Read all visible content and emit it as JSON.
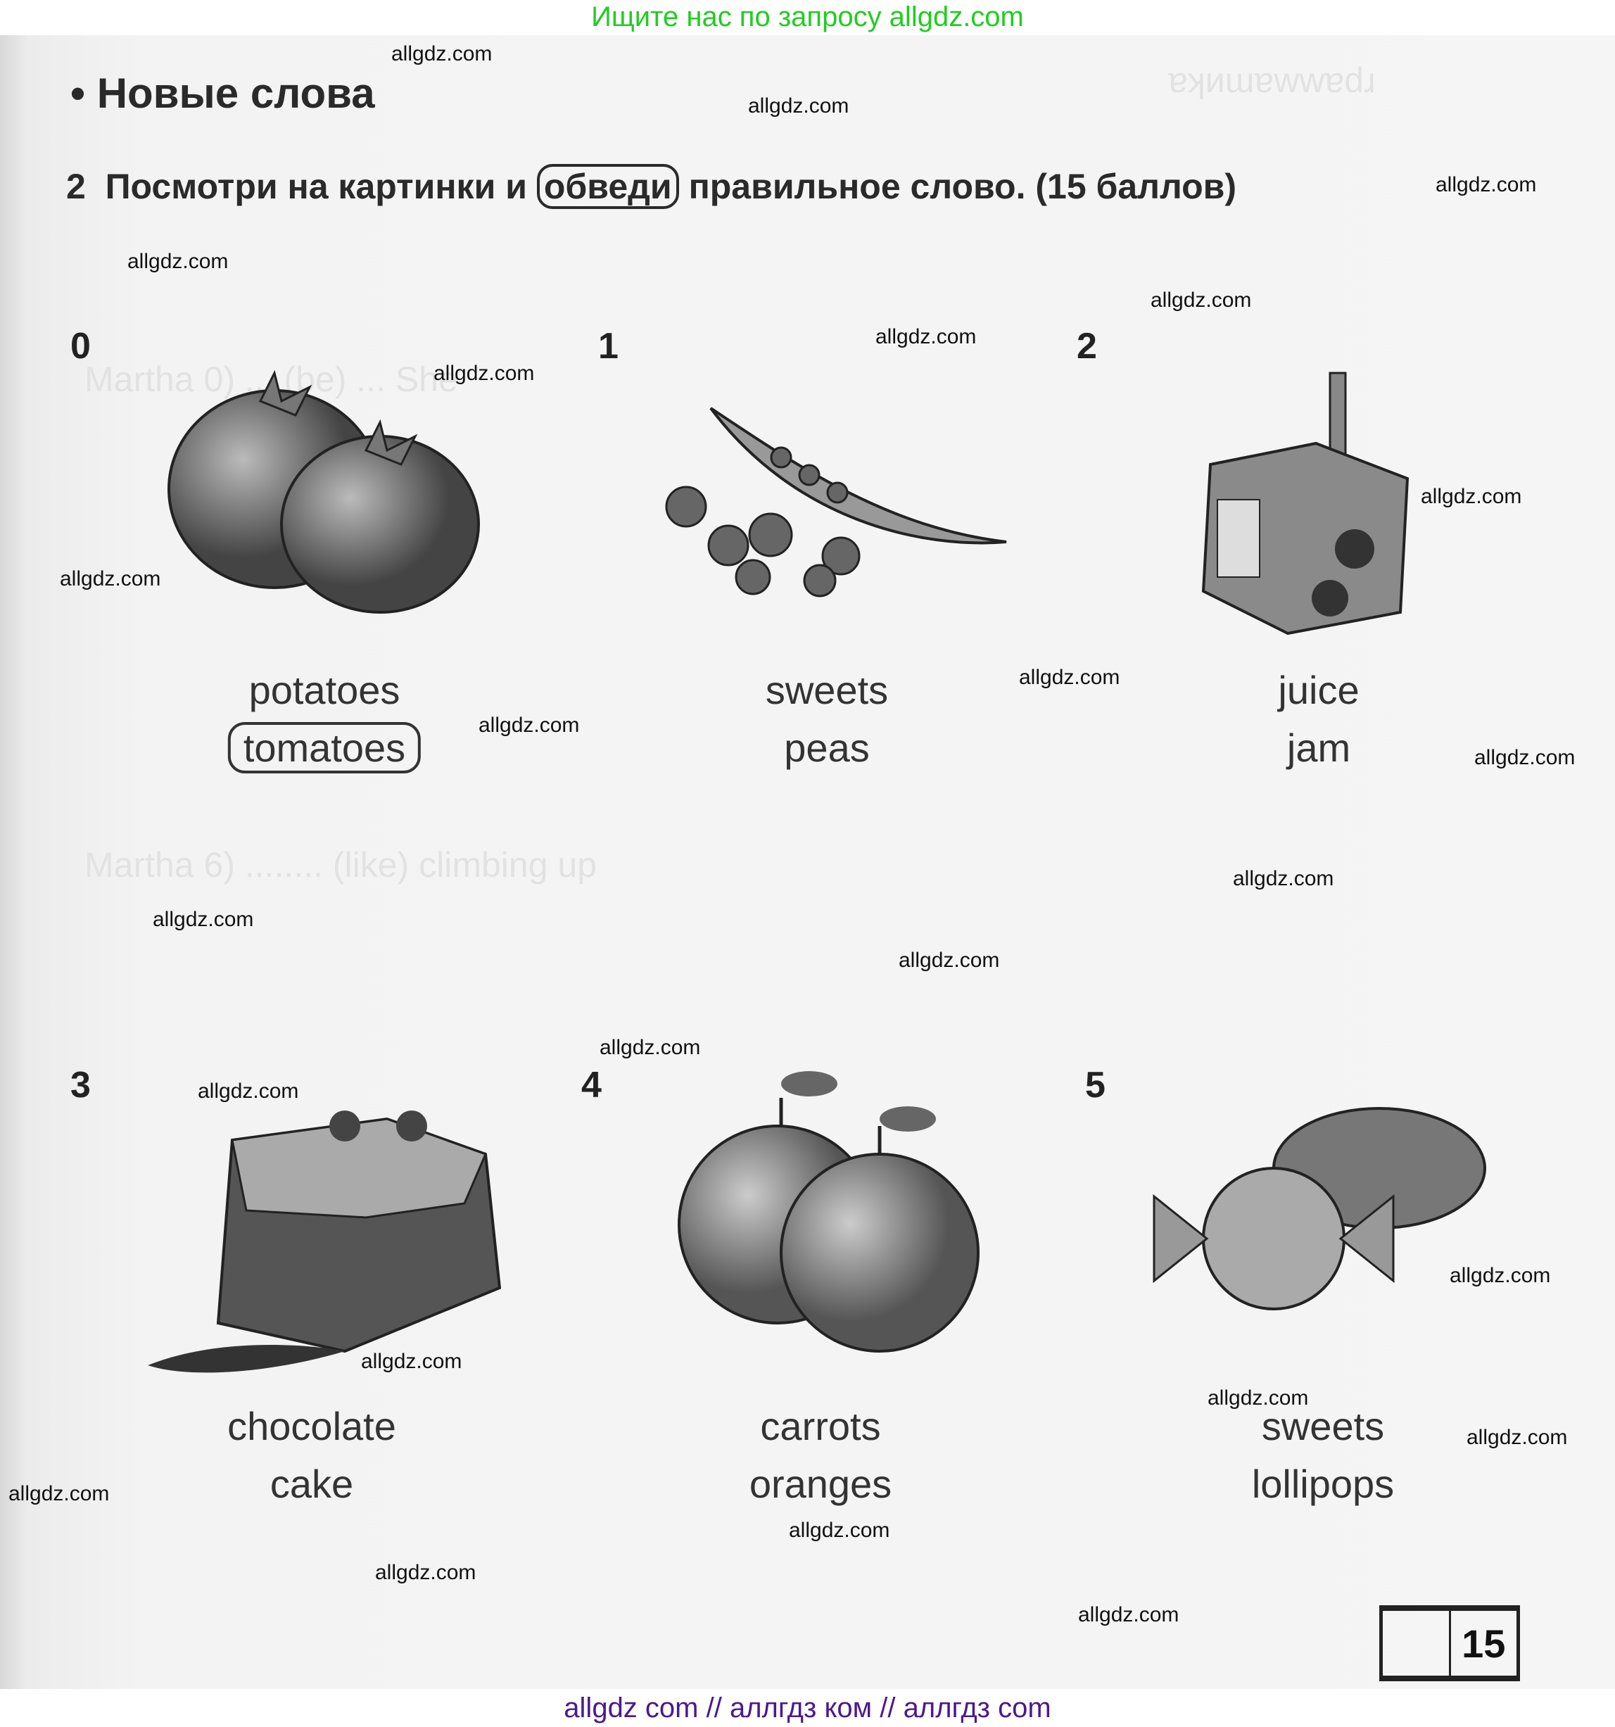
{
  "banner": "Ищите нас по запросу allgdz.com",
  "section_title": "Новые слова",
  "task": {
    "number": "2",
    "text_before": "Посмотри на картинки и",
    "circled_word": "обведи",
    "text_after": "правильное слово. (15 баллов)"
  },
  "items": [
    {
      "number": "0",
      "picture": "tomatoes",
      "options": [
        "potatoes",
        "tomatoes"
      ],
      "circled": "tomatoes"
    },
    {
      "number": "1",
      "picture": "peas",
      "options": [
        "sweets",
        "peas"
      ],
      "circled": null
    },
    {
      "number": "2",
      "picture": "juice",
      "options": [
        "juice",
        "jam"
      ],
      "circled": null
    },
    {
      "number": "3",
      "picture": "chocolate cake",
      "options": [
        "chocolate",
        "cake"
      ],
      "circled": null
    },
    {
      "number": "4",
      "picture": "oranges",
      "options": [
        "carrots",
        "oranges"
      ],
      "circled": null
    },
    {
      "number": "5",
      "picture": "sweets",
      "options": [
        "sweets",
        "lollipops"
      ],
      "circled": null
    }
  ],
  "score_box": {
    "earned": "",
    "max": "15"
  },
  "watermark": "allgdz.com",
  "footer": "allgdz com  //  аллгдз ком  //  аллгдз com"
}
